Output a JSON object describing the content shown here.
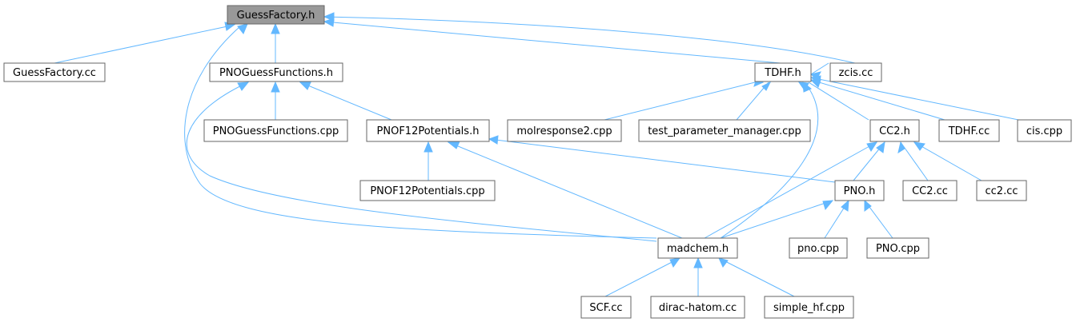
{
  "graph": {
    "nodes": {
      "guessfactory_h": "GuessFactory.h",
      "guessfactory_cc": "GuessFactory.cc",
      "pnoguessfunctions_h": "PNOGuessFunctions.h",
      "tdhf_h": "TDHF.h",
      "zcis_cc": "zcis.cc",
      "pnoguessfunctions_cpp": "PNOGuessFunctions.cpp",
      "pnof12potentials_h": "PNOF12Potentials.h",
      "molresponse2_cpp": "molresponse2.cpp",
      "test_parameter_manager_cpp": "test_parameter_manager.cpp",
      "cc2_h": "CC2.h",
      "tdhf_cc": "TDHF.cc",
      "cis_cpp": "cis.cpp",
      "pnof12potentials_cpp": "PNOF12Potentials.cpp",
      "pno_h": "PNO.h",
      "cc2_cc_upper": "CC2.cc",
      "cc2_cc_lower": "cc2.cc",
      "madchem_h": "madchem.h",
      "pno_cpp_lower": "pno.cpp",
      "pno_cpp_upper": "PNO.cpp",
      "scf_cc": "SCF.cc",
      "dirac_hatom_cc": "dirac-hatom.cc",
      "simple_hf_cpp": "simple_hf.cpp"
    },
    "colors": {
      "edge": "#63b8ff",
      "node_border": "#666666",
      "root_fill": "#999999"
    }
  }
}
